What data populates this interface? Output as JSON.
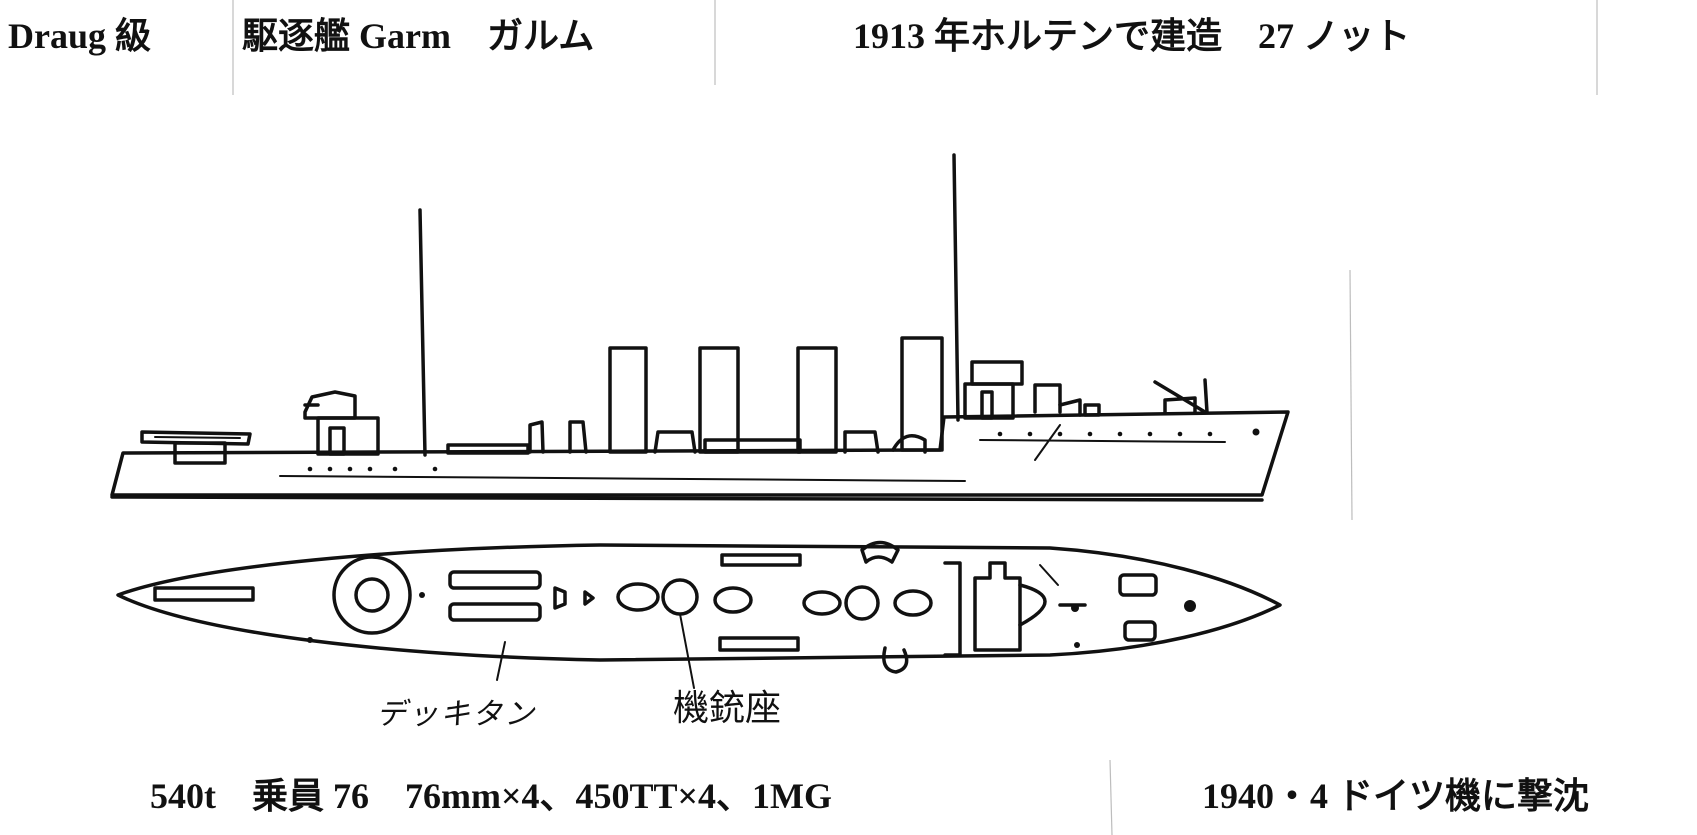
{
  "header": {
    "class_label": "Draug 級",
    "ship_name": "駆逐艦 Garm　ガルム",
    "build_info": "1913 年ホルテンで建造　27 ノット"
  },
  "labels": {
    "deck_gun": "デッキタン",
    "mg_mount": "機銃座"
  },
  "footer": {
    "specs": "540t　乗員 76　76mm×4、450TT×4、1MG",
    "fate": "1940・4 ドイツ機に撃沈"
  }
}
